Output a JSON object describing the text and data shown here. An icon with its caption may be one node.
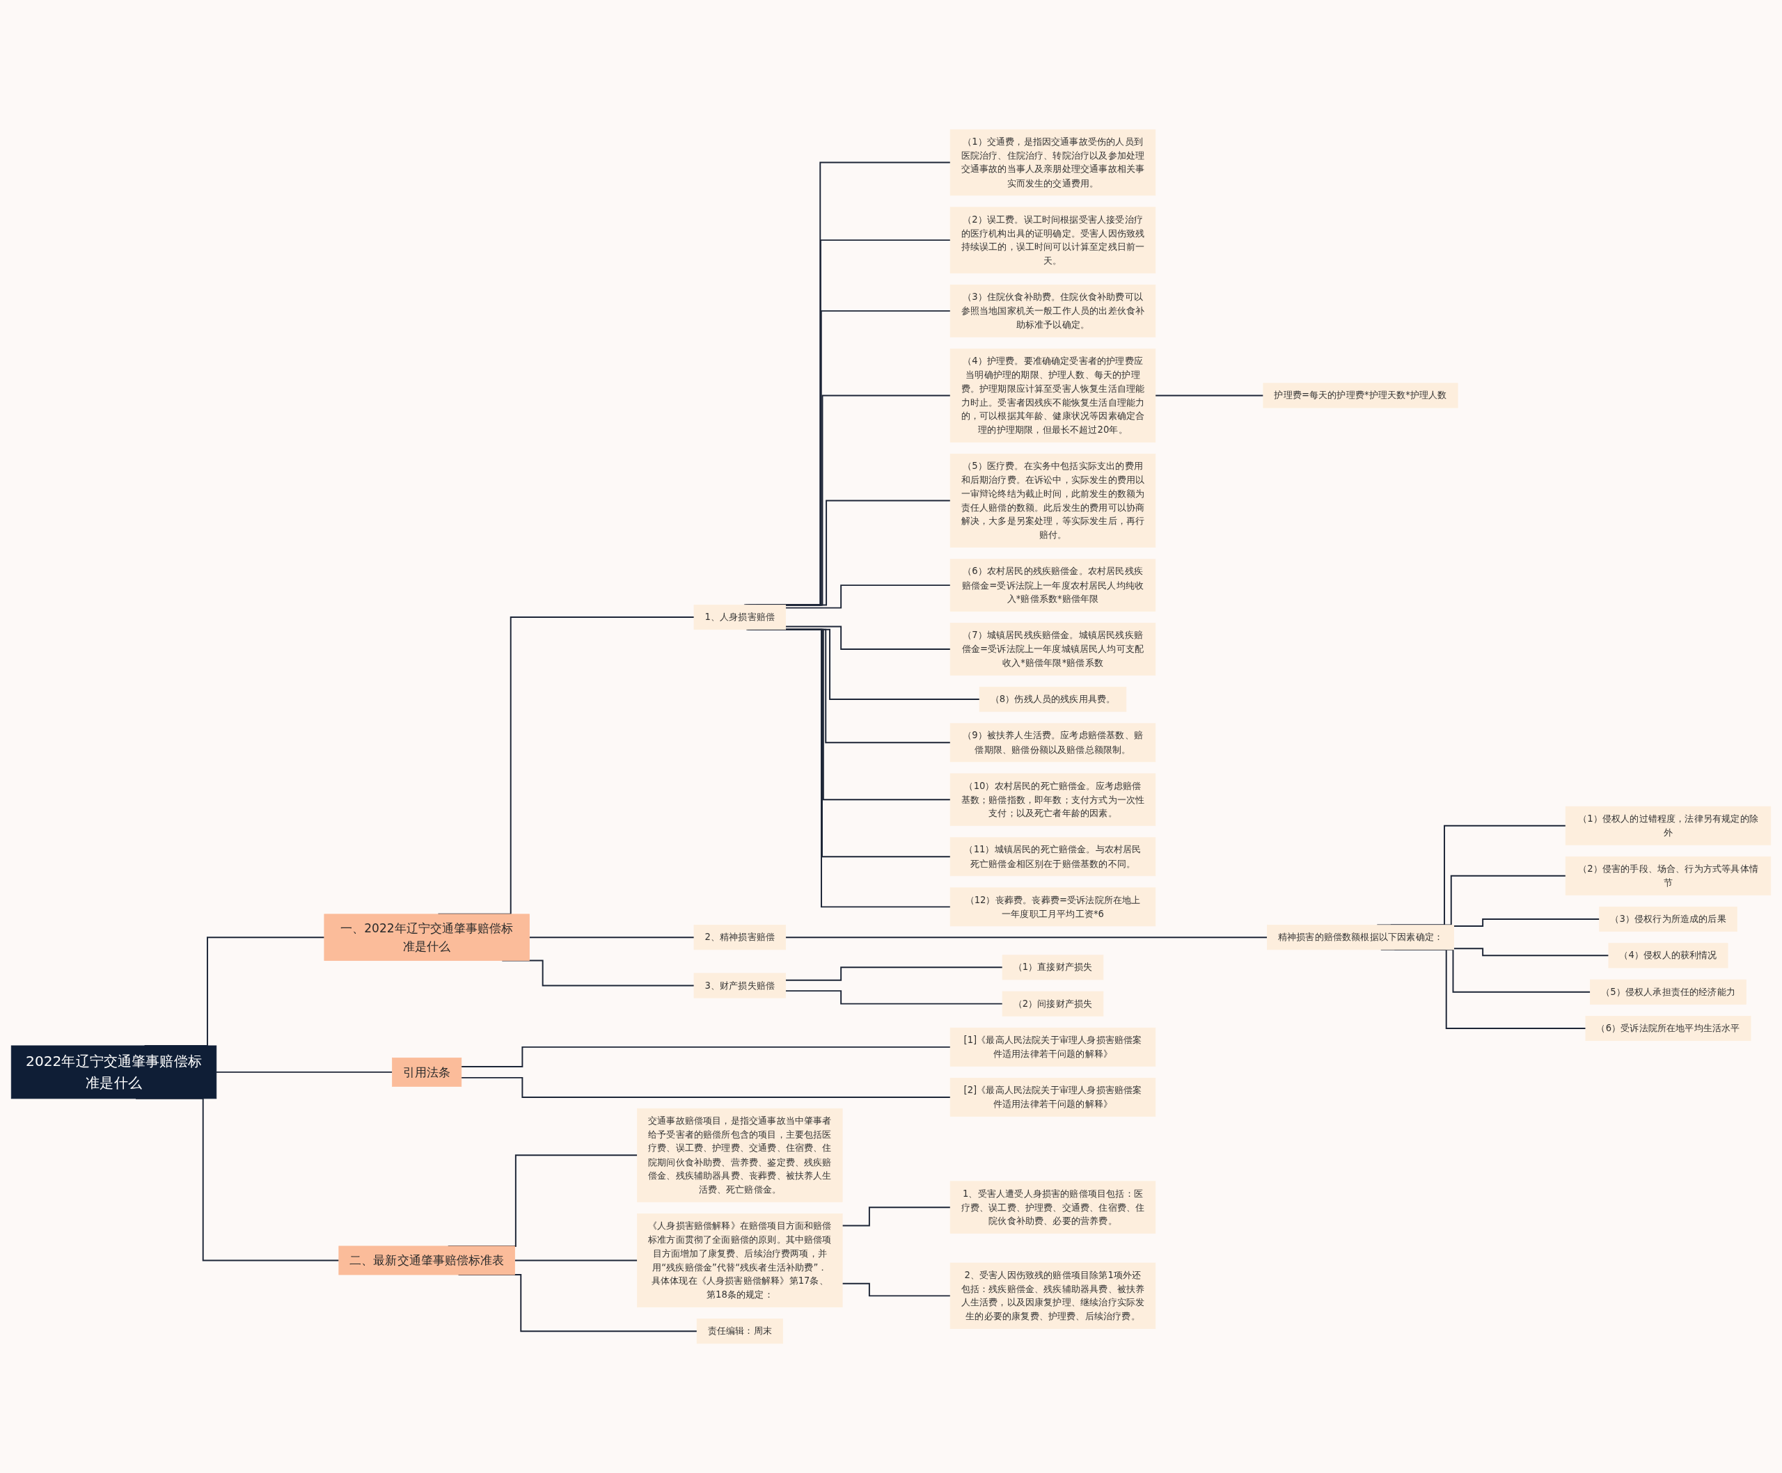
{
  "diagram": {
    "nodes": [
      {
        "text": [
          "2022年辽宁交通肇事赔偿标准是什么"
        ]
      },
      {
        "text": [
          "一、2022年辽宁交通肇事赔偿标准是什么"
        ]
      },
      {
        "text": [
          "1、人身损害赔偿"
        ]
      },
      {
        "text": [
          "（1）交通费，是指因交通事故受伤的人员到医院治疗、住院治疗、转院治疗以及参加处理交通事故的当事人及亲朋处理交通事故相关事实而发生的交通费用。"
        ]
      },
      {
        "text": [
          "（2）误工费。误工时间根据受害人接受治疗的医疗机构出具的证明确定。受害人因伤致残持续误工的，误工时间可以计算至定残日前一天。"
        ]
      },
      {
        "text": [
          "（3）住院伙食补助费。住院伙食补助费可以参照当地国家机关一般工作人员的出差伙食补助标准予以确定。"
        ]
      },
      {
        "text": [
          "（4）护理费。要准确确定受害者的护理费应当明确护理的期限、护理人数、每天的护理费。护理期限应计算至受害人恢复生活自理能力时止。受害者因残疾不能恢复生活自理能力的，可以根据其年龄、健康状况等因素确定合理的护理期限，但最长不超过20年。"
        ]
      },
      {
        "text": [
          "（5）医疗费。在实务中包括实际支出的费用和后期治疗费。在诉讼中，实际发生的费用以一审辩论终结为截止时间，此前发生的数额为责任人赔偿的数额。此后发生的费用可以协商解决，大多是另案处理，等实际发生后，再行赔付。"
        ]
      },
      {
        "text": [
          "（6）农村居民的残疾赔偿金。农村居民残疾赔偿金=受诉法院上一年度农村居民人均纯收入*赔偿系数*赔偿年限"
        ]
      },
      {
        "text": [
          "（7）城镇居民残疾赔偿金。城镇居民残疾赔偿金=受诉法院上一年度城镇居民人均可支配收入*赔偿年限*赔偿系数"
        ]
      },
      {
        "text": [
          "（8）伤残人员的残疾用具费。"
        ]
      },
      {
        "text": [
          "（9）被扶养人生活费。应考虑赔偿基数、赔偿期限、赔偿份额以及赔偿总额限制。"
        ]
      },
      {
        "text": [
          "（10）农村居民的死亡赔偿金。应考虑赔偿基数；赔偿指数，即年数；支付方式为一次性支付；以及死亡者年龄的因素。"
        ]
      },
      {
        "text": [
          "（11）城镇居民的死亡赔偿金。与农村居民死亡赔偿金相区别在于赔偿基数的不同。"
        ]
      },
      {
        "text": [
          "（12）丧葬费。丧葬费=受诉法院所在地上一年度职工月平均工资*6"
        ]
      },
      {
        "text": [
          "护理费=每天的护理费*护理天数*护理人数"
        ]
      },
      {
        "text": [
          "2、精神损害赔偿"
        ]
      },
      {
        "text": [
          "精神损害的赔偿数额根据以下因素确定："
        ]
      },
      {
        "text": [
          "（1）侵权人的过错程度，法律另有规定的除外"
        ]
      },
      {
        "text": [
          "（2）侵害的手段、场合、行为方式等具体情节"
        ]
      },
      {
        "text": [
          "（3）侵权行为所造成的后果"
        ]
      },
      {
        "text": [
          "（4）侵权人的获利情况"
        ]
      },
      {
        "text": [
          "（5）侵权人承担责任的经济能力"
        ]
      },
      {
        "text": [
          "（6）受诉法院所在地平均生活水平"
        ]
      },
      {
        "text": [
          "3、财产损失赔偿"
        ]
      },
      {
        "text": [
          "（1）直接财产损失"
        ]
      },
      {
        "text": [
          "（2）间接财产损失"
        ]
      },
      {
        "text": [
          "引用法条"
        ]
      },
      {
        "text": [
          "[1]《最高人民法院关于审理人身损害赔偿案件适用法律若干问题的解释》"
        ]
      },
      {
        "text": [
          "[2]《最高人民法院关于审理人身损害赔偿案件适用法律若干问题的解释》"
        ]
      },
      {
        "text": [
          "二、最新交通肇事赔偿标准表"
        ]
      },
      {
        "text": [
          "交通事故赔偿项目，是指交通事故当中肇事者给予受害者的赔偿所包含的项目，主要包括医疗费、误工费、护理费、交通费、住宿费、住院期间伙食补助费、营养费、鉴定费、残疾赔偿金、残疾辅助器具费、丧葬费、被扶养人生活费、死亡赔偿金。"
        ]
      },
      {
        "text": [
          "《人身损害赔偿解释》在赔偿项目方面和赔偿标准方面贯彻了全面赔偿的原则。其中赔偿项目方面增加了康复费、后续治疗费两项，并用“残疾赔偿金”代替“残疾者生活补助费”．具体体现在《人身损害赔偿解释》第17条、第18条的规定："
        ]
      },
      {
        "text": [
          "1、受害人遭受人身损害的赔偿项目包括：医疗费、误工费、护理费、交通费、住宿费、住院伙食补助费、必要的营养费。"
        ]
      },
      {
        "text": [
          "2、受害人因伤致残的赔偿项目除第1项外还包括：残疾赔偿金、残疾辅助器具费、被扶养人生活费，以及因康复护理、继续治疗实际发生的必要的康复费、护理费、后续治疗费。"
        ]
      },
      {
        "text": [
          "责任编辑：周末"
        ]
      }
    ],
    "edges": [
      {
        "from": 0,
        "to": 1,
        "arrow": "none"
      },
      {
        "from": 1,
        "to": 2,
        "arrow": "none"
      },
      {
        "from": 2,
        "to": 3,
        "arrow": "none"
      },
      {
        "from": 2,
        "to": 4,
        "arrow": "none"
      },
      {
        "from": 2,
        "to": 5,
        "arrow": "none"
      },
      {
        "from": 2,
        "to": 6,
        "arrow": "none"
      },
      {
        "from": 2,
        "to": 7,
        "arrow": "none"
      },
      {
        "from": 2,
        "to": 8,
        "arrow": "none"
      },
      {
        "from": 2,
        "to": 9,
        "arrow": "none"
      },
      {
        "from": 2,
        "to": 10,
        "arrow": "none"
      },
      {
        "from": 2,
        "to": 11,
        "arrow": "none"
      },
      {
        "from": 2,
        "to": 12,
        "arrow": "none"
      },
      {
        "from": 2,
        "to": 13,
        "arrow": "none"
      },
      {
        "from": 2,
        "to": 14,
        "arrow": "none"
      },
      {
        "from": 6,
        "to": 15,
        "arrow": "none"
      },
      {
        "from": 1,
        "to": 16,
        "arrow": "none"
      },
      {
        "from": 16,
        "to": 17,
        "arrow": "none"
      },
      {
        "from": 17,
        "to": 18,
        "arrow": "none"
      },
      {
        "from": 17,
        "to": 19,
        "arrow": "none"
      },
      {
        "from": 17,
        "to": 20,
        "arrow": "none"
      },
      {
        "from": 17,
        "to": 21,
        "arrow": "none"
      },
      {
        "from": 17,
        "to": 22,
        "arrow": "none"
      },
      {
        "from": 17,
        "to": 23,
        "arrow": "none"
      },
      {
        "from": 1,
        "to": 24,
        "arrow": "none"
      },
      {
        "from": 24,
        "to": 25,
        "arrow": "none"
      },
      {
        "from": 24,
        "to": 26,
        "arrow": "none"
      },
      {
        "from": 0,
        "to": 27,
        "arrow": "none"
      },
      {
        "from": 27,
        "to": 28,
        "arrow": "none"
      },
      {
        "from": 27,
        "to": 29,
        "arrow": "none"
      },
      {
        "from": 0,
        "to": 30,
        "arrow": "none"
      },
      {
        "from": 30,
        "to": 31,
        "arrow": "none"
      },
      {
        "from": 30,
        "to": 32,
        "arrow": "none"
      },
      {
        "from": 32,
        "to": 33,
        "arrow": "none"
      },
      {
        "from": 32,
        "to": 34,
        "arrow": "none"
      },
      {
        "from": 30,
        "to": 35,
        "arrow": "none"
      }
    ]
  }
}
